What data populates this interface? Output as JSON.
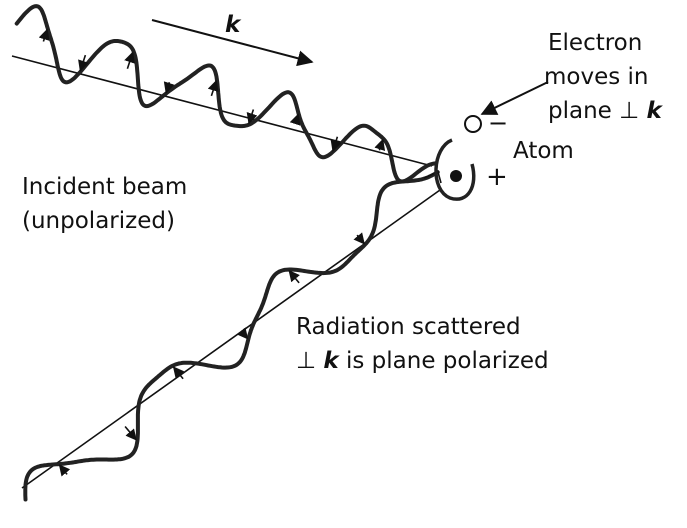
{
  "labels": {
    "k_arrow": "k",
    "electron_line1": "Electron",
    "electron_line2": "moves in",
    "electron_line3_prefix": "plane ⊥",
    "electron_line3_k": "k",
    "atom": "Atom",
    "minus": "−",
    "plus": "+",
    "incident_line1": "Incident beam",
    "incident_line2": "(unpolarized)",
    "scattered_line1": "Radiation scattered",
    "scattered_line2_prefix": "⊥",
    "scattered_line2_k": "k",
    "scattered_line2_suffix": "is plane polarized"
  }
}
